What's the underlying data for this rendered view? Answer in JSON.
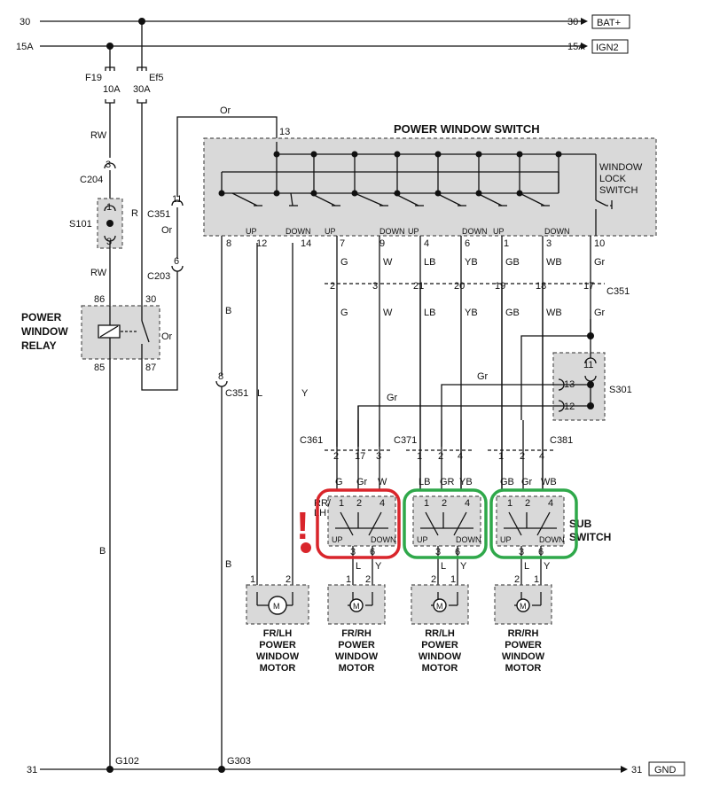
{
  "rails": {
    "top_left_num": "30",
    "top_right_num": "30",
    "top_right_box": "BAT+",
    "ign_left_num": "15A",
    "ign_right_num": "15A",
    "ign_right_box": "IGN2",
    "gnd_left_num": "31",
    "gnd_right_num": "31",
    "gnd_right_box": "GND"
  },
  "fuses": {
    "f19": "F19",
    "f19_rating": "10A",
    "ef5": "Ef5",
    "ef5_rating": "30A"
  },
  "left": {
    "rw1": "RW",
    "c204": "C204",
    "c204_pin": "3",
    "s101": "S101",
    "s101_p1": "1",
    "s101_p3": "3",
    "r": "R",
    "rw2": "RW",
    "c351": "C351",
    "c351_pin11": "11",
    "or1": "Or",
    "c203": "C203",
    "c203_pin": "6",
    "or_top": "Or",
    "relay_title_1": "POWER",
    "relay_title_2": "WINDOW",
    "relay_title_3": "RELAY",
    "relay_86": "86",
    "relay_30": "30",
    "relay_85": "85",
    "relay_87": "87",
    "or2": "Or",
    "b1": "B",
    "b2": "B",
    "b3": "B",
    "c351_pin8": "8",
    "c351_b": "C351",
    "l": "L",
    "y": "Y",
    "g102": "G102",
    "g303": "G303"
  },
  "pws": {
    "title": "POWER WINDOW SWITCH",
    "pin13": "13",
    "lock_1": "WINDOW",
    "lock_2": "LOCK",
    "lock_3": "SWITCH",
    "pins": [
      "8",
      "12",
      "14",
      "7",
      "9",
      "4",
      "6",
      "1",
      "3",
      "10"
    ],
    "up_down": [
      "UP",
      "DOWN",
      "UP",
      "DOWN",
      "UP",
      "DOWN",
      "UP",
      "DOWN"
    ],
    "wires": [
      "G",
      "W",
      "LB",
      "YB",
      "GB",
      "WB",
      "Gr"
    ],
    "c351_pins": [
      "2",
      "3",
      "21",
      "20",
      "19",
      "18",
      "17"
    ],
    "c351": "C351",
    "wires2": [
      "G",
      "W",
      "LB",
      "YB",
      "GB",
      "WB",
      "Gr"
    ]
  },
  "s301": {
    "label": "S301",
    "p11": "11",
    "p13": "13",
    "p12": "12",
    "gr1": "Gr",
    "gr2": "Gr"
  },
  "connectors": {
    "c361": "C361",
    "c361_pins": [
      "2",
      "17",
      "3"
    ],
    "c371": "C371",
    "c371_pins": [
      "1",
      "2",
      "4"
    ],
    "c381": "C381",
    "c381_pins": [
      "1",
      "2",
      "4"
    ],
    "w361": [
      "G",
      "Gr",
      "W"
    ],
    "w371": [
      "LB",
      "GR",
      "YB"
    ],
    "w381": [
      "GB",
      "Gr",
      "WB"
    ]
  },
  "sub": {
    "title_1": "SUB",
    "title_2": "SWITCH",
    "pins_top": [
      "1",
      "2",
      "4"
    ],
    "pins_bottom": [
      "3",
      "6"
    ],
    "up": "UP",
    "down": "DOWN",
    "frrh_1": "RR/",
    "frrh_2": "LH",
    "w_frrh": [
      "L",
      "Y"
    ],
    "w_rrlh": [
      "L",
      "Y"
    ],
    "w_rrrh": [
      "L",
      "Y"
    ]
  },
  "motors": {
    "m": "M",
    "frlh_pins": [
      "1",
      "2"
    ],
    "frrh_pins": [
      "1",
      "2"
    ],
    "rrlh_pins": [
      "2",
      "1"
    ],
    "rrrh_pins": [
      "2",
      "1"
    ],
    "frlh": [
      "FR/LH",
      "POWER",
      "WINDOW",
      "MOTOR"
    ],
    "frrh": [
      "FR/RH",
      "POWER",
      "WINDOW",
      "MOTOR"
    ],
    "rrlh": [
      "RR/LH",
      "POWER",
      "WINDOW",
      "MOTOR"
    ],
    "rrrh": [
      "RR/RH",
      "POWER",
      "WINDOW",
      "MOTOR"
    ]
  },
  "highlight": {
    "alert": "!",
    "colors": {
      "red": "#d9252b",
      "green": "#2fa84a"
    }
  }
}
